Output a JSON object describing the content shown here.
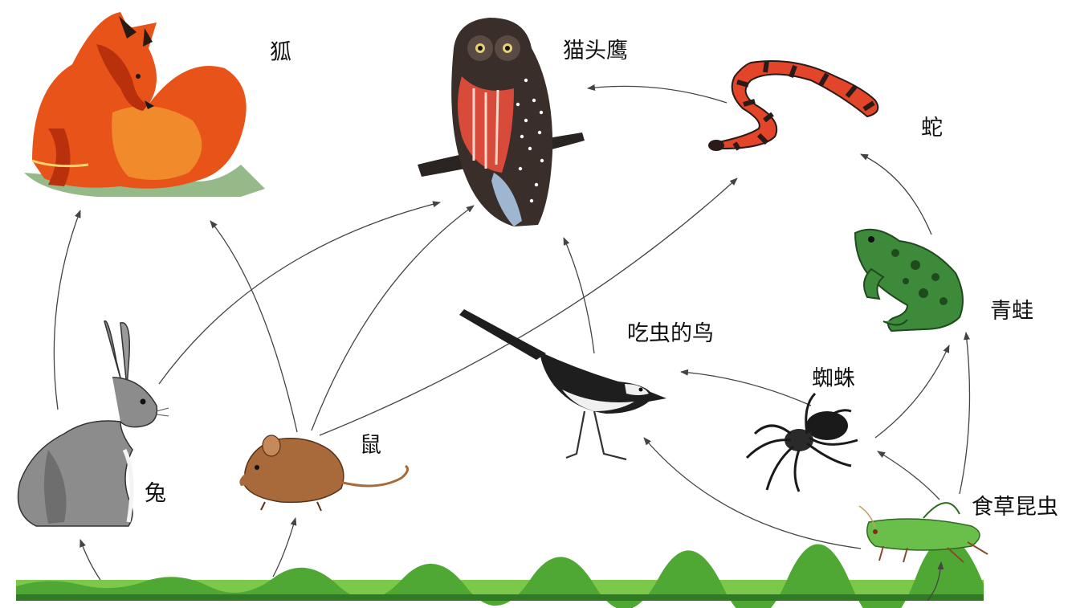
{
  "labels": {
    "fox": "狐",
    "owl": "猫头鹰",
    "snake": "蛇",
    "frog": "青蛙",
    "bird": "吃虫的鸟",
    "spider": "蜘蛛",
    "insect": "食草昆虫",
    "mouse": "鼠",
    "rabbit": "兔"
  },
  "edges": [
    {
      "from": "grass",
      "to": "rabbit"
    },
    {
      "from": "grass",
      "to": "mouse"
    },
    {
      "from": "grass",
      "to": "insect"
    },
    {
      "from": "rabbit",
      "to": "fox"
    },
    {
      "from": "rabbit",
      "to": "owl"
    },
    {
      "from": "mouse",
      "to": "fox"
    },
    {
      "from": "mouse",
      "to": "owl"
    },
    {
      "from": "mouse",
      "to": "snake"
    },
    {
      "from": "bird",
      "to": "owl"
    },
    {
      "from": "snake",
      "to": "owl"
    },
    {
      "from": "frog",
      "to": "snake"
    },
    {
      "from": "spider",
      "to": "frog"
    },
    {
      "from": "spider",
      "to": "bird"
    },
    {
      "from": "insect",
      "to": "frog"
    },
    {
      "from": "insect",
      "to": "spider"
    },
    {
      "from": "insect",
      "to": "bird"
    }
  ],
  "colors": {
    "fox": "#e8531a",
    "fox_dark": "#b8300c",
    "owl_body": "#3a2e2a",
    "owl_breast": "#d84a3a",
    "snake_red": "#e2452a",
    "snake_dark": "#2a1a18",
    "frog": "#3c8a3a",
    "grass": "#5bb83c",
    "arrow": "#444444",
    "rabbit": "#8c8c8c",
    "mouse": "#a86a3a"
  }
}
